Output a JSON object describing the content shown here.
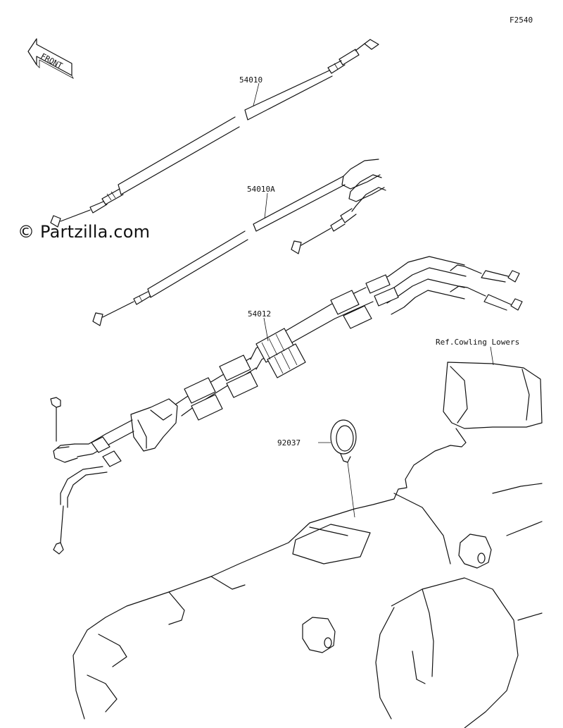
{
  "figure_code": "F2540",
  "watermark": "© Partzilla.com",
  "front_label": "FRONT",
  "callouts": {
    "cable_1": "54010",
    "cable_2": "54010A",
    "cable_3": "54012",
    "clamp": "92037",
    "reference": "Ref.Cowling Lowers"
  }
}
